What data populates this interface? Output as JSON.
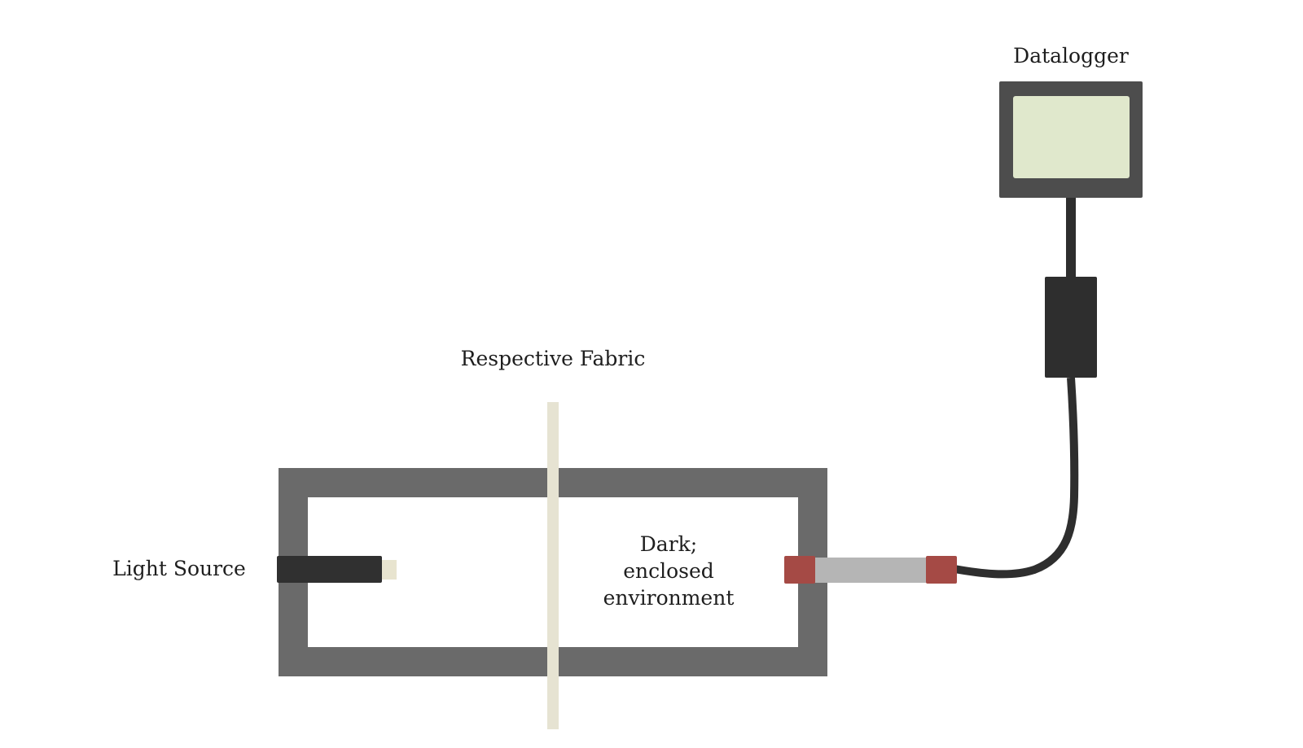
{
  "labels": {
    "datalogger": "Datalogger",
    "fabric": "Respective Fabric",
    "light_source": "Light Source",
    "environment_line1": "Dark;",
    "environment_line2": "enclosed",
    "environment_line3": "environment"
  },
  "colors": {
    "enclosure": "#6a6a6a",
    "fabric": "#e6e3d2",
    "light_body": "#303030",
    "light_tip": "#e8e4cf",
    "sensor_body": "#b5b5b5",
    "sensor_caps": "#a54a45",
    "cable": "#2e2e2e",
    "logger_frame": "#4d4d4d",
    "logger_screen": "#e0e8cc"
  }
}
